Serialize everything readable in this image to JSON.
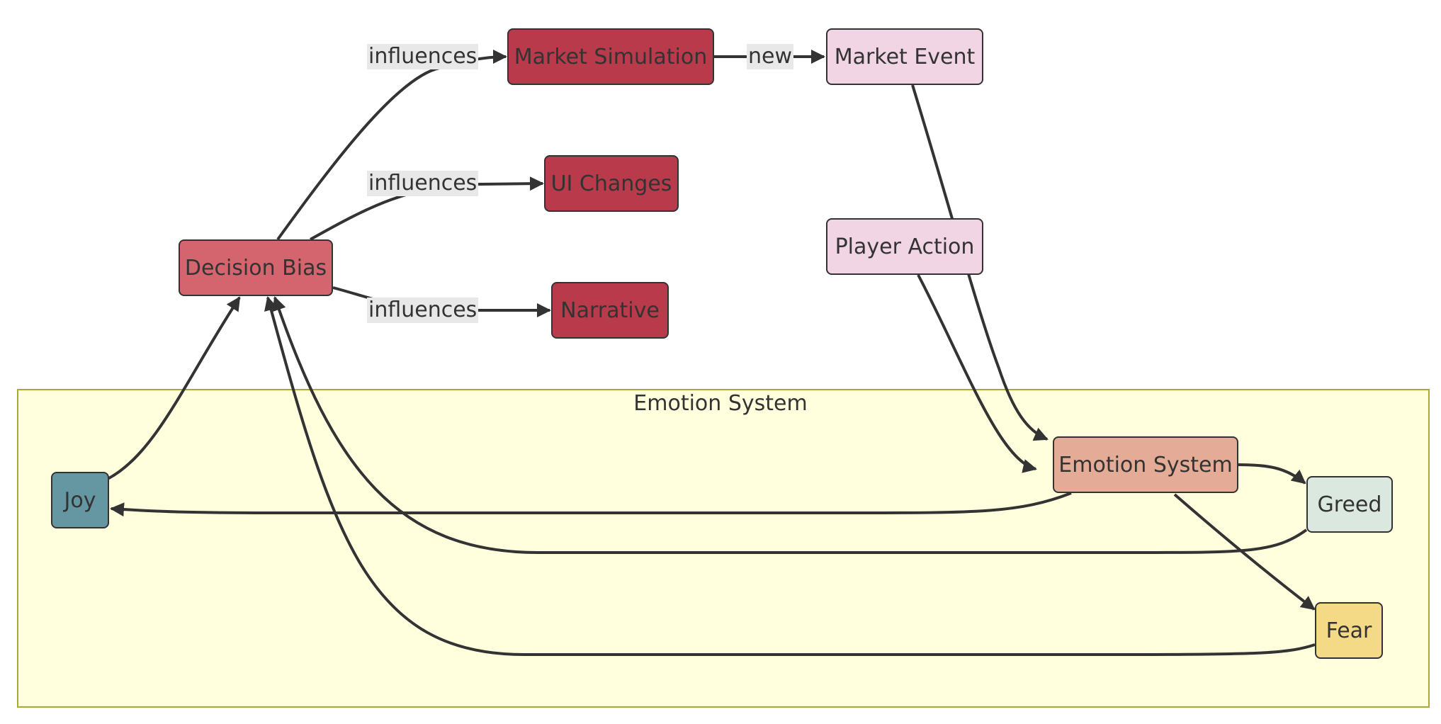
{
  "cluster": {
    "title": "Emotion System",
    "fill": "#ffffde",
    "stroke": "#aaaa33"
  },
  "nodes": {
    "market_simulation": {
      "label": "Market Simulation",
      "fill": "#b83a4b"
    },
    "market_event": {
      "label": "Market Event",
      "fill": "#f2d5e4"
    },
    "ui_changes": {
      "label": "UI Changes",
      "fill": "#b83a4b"
    },
    "player_action": {
      "label": "Player Action",
      "fill": "#f2d5e4"
    },
    "decision_bias": {
      "label": "Decision Bias",
      "fill": "#d4656f"
    },
    "narrative": {
      "label": "Narrative",
      "fill": "#b83a4b"
    },
    "emotion_system": {
      "label": "Emotion System",
      "fill": "#e4ab97"
    },
    "joy": {
      "label": "Joy",
      "fill": "#6497a2"
    },
    "greed": {
      "label": "Greed",
      "fill": "#dae8e0"
    },
    "fear": {
      "label": "Fear",
      "fill": "#f4da87"
    }
  },
  "edges": {
    "bias_to_market_simulation": {
      "label": "influences"
    },
    "market_simulation_to_event": {
      "label": "new"
    },
    "bias_to_ui_changes": {
      "label": "influences"
    },
    "bias_to_narrative": {
      "label": "influences"
    },
    "event_to_emotion": {
      "label": ""
    },
    "action_to_emotion": {
      "label": ""
    },
    "emotion_to_joy": {
      "label": ""
    },
    "emotion_to_greed": {
      "label": ""
    },
    "emotion_to_fear": {
      "label": ""
    },
    "joy_to_bias": {
      "label": ""
    },
    "greed_to_bias": {
      "label": ""
    },
    "fear_to_bias": {
      "label": ""
    }
  },
  "colors": {
    "edge": "#333333",
    "edge_label_bg": "#e8e8e8",
    "text": "#333333"
  }
}
